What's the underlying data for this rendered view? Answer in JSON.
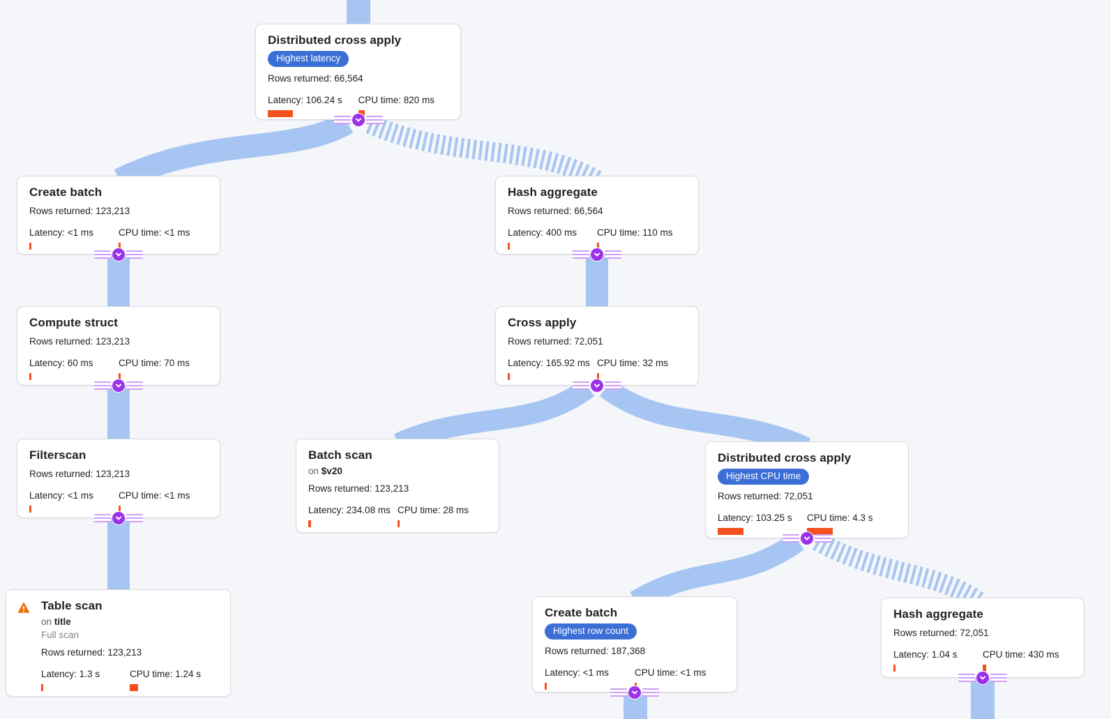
{
  "app": {
    "view": "query-execution-plan-graph"
  },
  "colors": {
    "background": "#f4f6f9",
    "edge_blue": "#a6c5f2",
    "badge_blue": "#3c6fd6",
    "metric_bar_orange": "#f4511e",
    "connector_purple": "#9d30ea",
    "connector_stripe_lavender": "#cf9ef8",
    "warning_orange": "#e8710a",
    "node_background": "#ffffff",
    "text_primary": "#202124",
    "text_secondary": "#5f6368",
    "text_muted": "#80868b"
  },
  "nodes": [
    {
      "id": "distributed-cross-apply-1",
      "title": "Distributed cross apply",
      "badge": "Highest latency",
      "rows": "Rows returned: 66,564",
      "latency": "Latency: 106.24 s",
      "cpu": "CPU time: 820 ms",
      "latency_bar": 36,
      "cpu_bar": 9
    },
    {
      "id": "create-batch-1",
      "title": "Create batch",
      "rows": "Rows returned: 123,213",
      "latency": "Latency: <1 ms",
      "cpu": "CPU time: <1 ms",
      "latency_bar": 3,
      "cpu_bar": 3
    },
    {
      "id": "hash-aggregate-1",
      "title": "Hash aggregate",
      "rows": "Rows returned: 66,564",
      "latency": "Latency: 400 ms",
      "cpu": "CPU time: 110 ms",
      "latency_bar": 3,
      "cpu_bar": 3
    },
    {
      "id": "compute-struct",
      "title": "Compute struct",
      "rows": "Rows returned: 123,213",
      "latency": "Latency: 60 ms",
      "cpu": "CPU time: 70 ms",
      "latency_bar": 3,
      "cpu_bar": 3
    },
    {
      "id": "cross-apply",
      "title": "Cross apply",
      "rows": "Rows returned: 72,051",
      "latency": "Latency: 165.92 ms",
      "cpu": "CPU time: 32 ms",
      "latency_bar": 3,
      "cpu_bar": 3
    },
    {
      "id": "filterscan",
      "title": "Filterscan",
      "rows": "Rows returned: 123,213",
      "latency": "Latency: <1 ms",
      "cpu": "CPU time: <1 ms",
      "latency_bar": 3,
      "cpu_bar": 3
    },
    {
      "id": "batch-scan",
      "title": "Batch scan",
      "on_prefix": "on",
      "on_value": "$v20",
      "rows": "Rows returned: 123,213",
      "latency": "Latency: 234.08 ms",
      "cpu": "CPU time: 28 ms",
      "latency_bar": 4,
      "cpu_bar": 3
    },
    {
      "id": "distributed-cross-apply-2",
      "title": "Distributed cross apply",
      "badge": "Highest CPU time",
      "rows": "Rows returned: 72,051",
      "latency": "Latency: 103.25 s",
      "cpu": "CPU time: 4.3 s",
      "latency_bar": 37,
      "cpu_bar": 37
    },
    {
      "id": "table-scan",
      "title": "Table scan",
      "warning": true,
      "on_prefix": "on",
      "on_value": "title",
      "subtitle": "Full scan",
      "rows": "Rows returned: 123,213",
      "latency": "Latency: 1.3 s",
      "cpu": "CPU time: 1.24 s",
      "latency_bar": 3,
      "cpu_bar": 12
    },
    {
      "id": "create-batch-2",
      "title": "Create batch",
      "badge": "Highest row count",
      "rows": "Rows returned: 187,368",
      "latency": "Latency: <1 ms",
      "cpu": "CPU time: <1 ms",
      "latency_bar": 3,
      "cpu_bar": 3
    },
    {
      "id": "hash-aggregate-2",
      "title": "Hash aggregate",
      "rows": "Rows returned: 72,051",
      "latency": "Latency: 1.04 s",
      "cpu": "CPU time: 430 ms",
      "latency_bar": 3,
      "cpu_bar": 5
    }
  ],
  "edges": [
    {
      "from": "parent-offscreen",
      "to": "distributed-cross-apply-1",
      "style": "solid"
    },
    {
      "from": "distributed-cross-apply-1",
      "to": "create-batch-1",
      "style": "solid"
    },
    {
      "from": "distributed-cross-apply-1",
      "to": "hash-aggregate-1",
      "style": "batched"
    },
    {
      "from": "create-batch-1",
      "to": "compute-struct",
      "style": "solid"
    },
    {
      "from": "hash-aggregate-1",
      "to": "cross-apply",
      "style": "solid"
    },
    {
      "from": "compute-struct",
      "to": "filterscan",
      "style": "solid"
    },
    {
      "from": "filterscan",
      "to": "table-scan",
      "style": "solid"
    },
    {
      "from": "cross-apply",
      "to": "batch-scan",
      "style": "solid"
    },
    {
      "from": "cross-apply",
      "to": "distributed-cross-apply-2",
      "style": "solid"
    },
    {
      "from": "distributed-cross-apply-2",
      "to": "create-batch-2",
      "style": "solid"
    },
    {
      "from": "distributed-cross-apply-2",
      "to": "hash-aggregate-2",
      "style": "batched"
    },
    {
      "from": "create-batch-2",
      "to": "child-offscreen",
      "style": "solid"
    },
    {
      "from": "hash-aggregate-2",
      "to": "child-offscreen",
      "style": "solid"
    }
  ]
}
